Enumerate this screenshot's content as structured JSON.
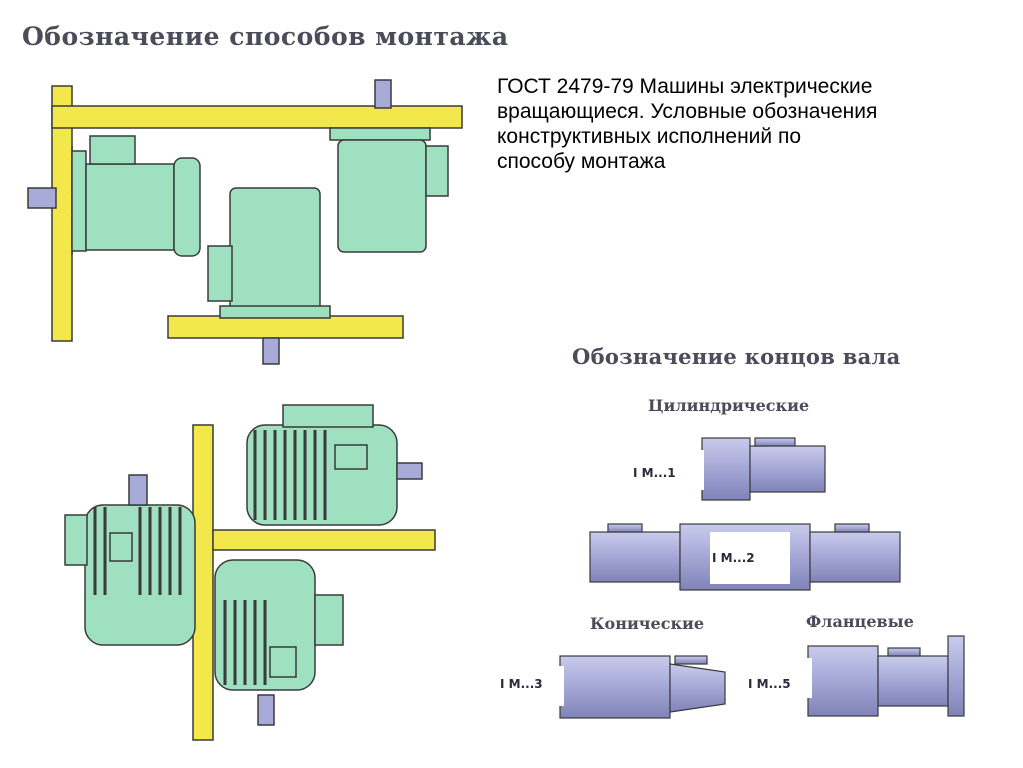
{
  "title": "Обозначение способов монтажа",
  "description_lines": [
    "ГОСТ 2479-79 Машины электрические",
    "вращающиеся. Условные обозначения",
    "конструктивных исполнений по",
    "способу монтажа"
  ],
  "shaft_section": {
    "title": "Обозначение концов вала",
    "cylindrical": "Цилиндрические",
    "conical": "Конические",
    "flanged": "Фланцевые",
    "labels": {
      "im1": "I  M...1",
      "im2": "I  M...2",
      "im3": "I  M...3",
      "im5": "I  M...5"
    }
  },
  "colors": {
    "motor": "#9fe0c0",
    "frame": "#f2e84b",
    "shaft": "#a8abd8",
    "outline": "#3a3a3a"
  }
}
